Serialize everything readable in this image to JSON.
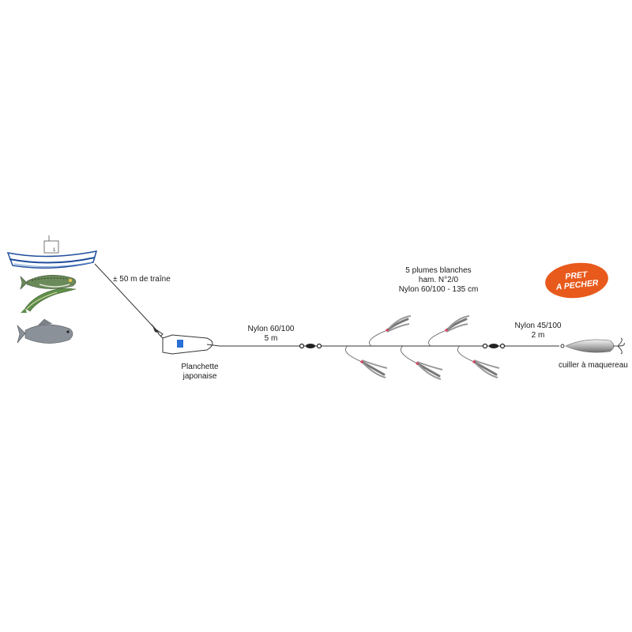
{
  "labels": {
    "trolling": "± 50 m de traîne",
    "board_line1": "Planchette",
    "board_line2": "japonaise",
    "nylon1_line1": "Nylon 60/100",
    "nylon1_line2": "5 m",
    "feathers_line1": "5 plumes blanches",
    "feathers_line2": "ham. N°2/0",
    "feathers_line3": "Nylon 60/100 - 135 cm",
    "nylon2_line1": "Nylon 45/100",
    "nylon2_line2": "2 m",
    "spoon": "cuiller à maquereau"
  },
  "badge": {
    "line1": "PRET",
    "line2": "A PECHER",
    "color": "#e85a1c"
  },
  "boat": {
    "number": "1"
  },
  "colors": {
    "line": "#333333",
    "boat_hull": "#1f4e9c",
    "feather_tie": "#e0405a",
    "board_logo": "#2a6fd6",
    "mackerel": "#6b8a5a",
    "garfish": "#5f8f4a",
    "bass": "#8a9198"
  },
  "icons": [
    "boat-icon",
    "mackerel-icon",
    "garfish-icon",
    "bass-icon",
    "planchette-board-icon",
    "swivel-icon",
    "feather-lure-icon",
    "spoon-lure-icon"
  ]
}
